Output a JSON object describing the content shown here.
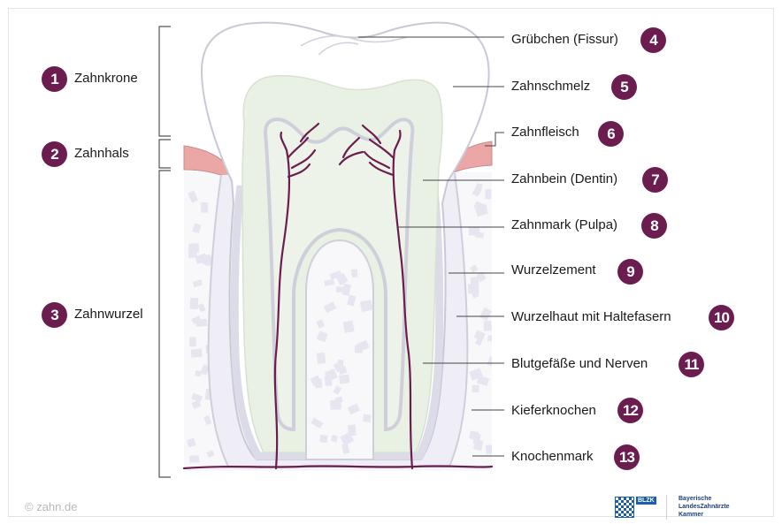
{
  "colors": {
    "badge": "#6b1d4f",
    "enamel": "#ffffff",
    "dentin": "#e9f2e4",
    "pulp": "#e9f2e4",
    "cementum": "#e6e4f0",
    "gum": "#e9a7a7",
    "bone_speckles": "#e6e5f0",
    "nerves": "#6b1d4f",
    "outline": "#c9c9d6"
  },
  "left_labels": [
    {
      "number": "1",
      "text": "Zahnkrone"
    },
    {
      "number": "2",
      "text": "Zahnhals"
    },
    {
      "number": "3",
      "text": "Zahnwurzel"
    }
  ],
  "right_labels": [
    {
      "number": "4",
      "text": "Grübchen (Fissur)"
    },
    {
      "number": "5",
      "text": "Zahnschmelz"
    },
    {
      "number": "6",
      "text": "Zahnfleisch"
    },
    {
      "number": "7",
      "text": "Zahnbein (Dentin)"
    },
    {
      "number": "8",
      "text": "Zahnmark (Pulpa)"
    },
    {
      "number": "9",
      "text": "Wurzelzement"
    },
    {
      "number": "10",
      "text": "Wurzelhaut mit Haltefasern"
    },
    {
      "number": "11",
      "text": "Blutgefäße und Nerven"
    },
    {
      "number": "12",
      "text": "Kieferknochen"
    },
    {
      "number": "13",
      "text": "Knochenmark"
    }
  ],
  "footer": {
    "copyright": "© zahn.de",
    "logo_abbr": "BLZK",
    "logo_name_lines": [
      "Bayerische",
      "LandesZahnärzte",
      "Kammer"
    ]
  }
}
